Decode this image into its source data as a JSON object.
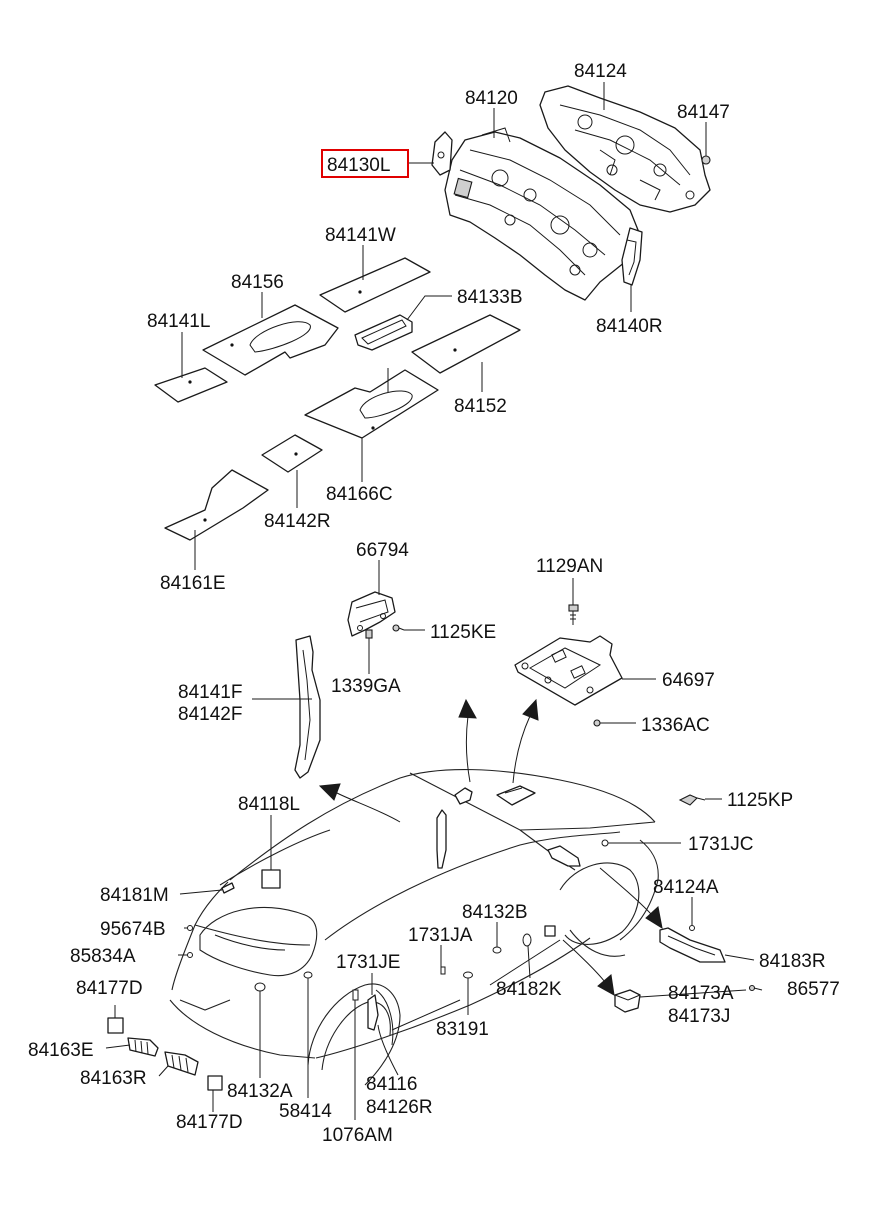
{
  "labels": {
    "p84124": "84124",
    "p84120": "84120",
    "p84147": "84147",
    "p84130L": "84130L",
    "p84141W": "84141W",
    "p84156": "84156",
    "p84133B": "84133B",
    "p84141L": "84141L",
    "p84140R": "84140R",
    "p84152": "84152",
    "p84166C": "84166C",
    "p84142R": "84142R",
    "p84161E": "84161E",
    "p66794": "66794",
    "p1129AN": "1129AN",
    "p1125KE": "1125KE",
    "p64697": "64697",
    "p1339GA": "1339GA",
    "p84141F": "84141F",
    "p84142F": "84142F",
    "p1336AC": "1336AC",
    "p1125KP": "1125KP",
    "p84118L": "84118L",
    "p1731JC": "1731JC",
    "p84181M": "84181M",
    "p84124A": "84124A",
    "p84132B": "84132B",
    "p95674B": "95674B",
    "p1731JA": "1731JA",
    "p85834A": "85834A",
    "p84183R": "84183R",
    "p1731JE": "1731JE",
    "p84177D_top": "84177D",
    "p84182K": "84182K",
    "p84173A": "84173A",
    "p86577": "86577",
    "p84173J": "84173J",
    "p83191": "83191",
    "p84163E": "84163E",
    "p84163R": "84163R",
    "p84132A": "84132A",
    "p84116": "84116",
    "p84126R": "84126R",
    "p58414": "58414",
    "p84177D_bottom": "84177D",
    "p1076AM": "1076AM"
  },
  "highlight": {
    "part": "84130L",
    "color": "#e00000"
  }
}
